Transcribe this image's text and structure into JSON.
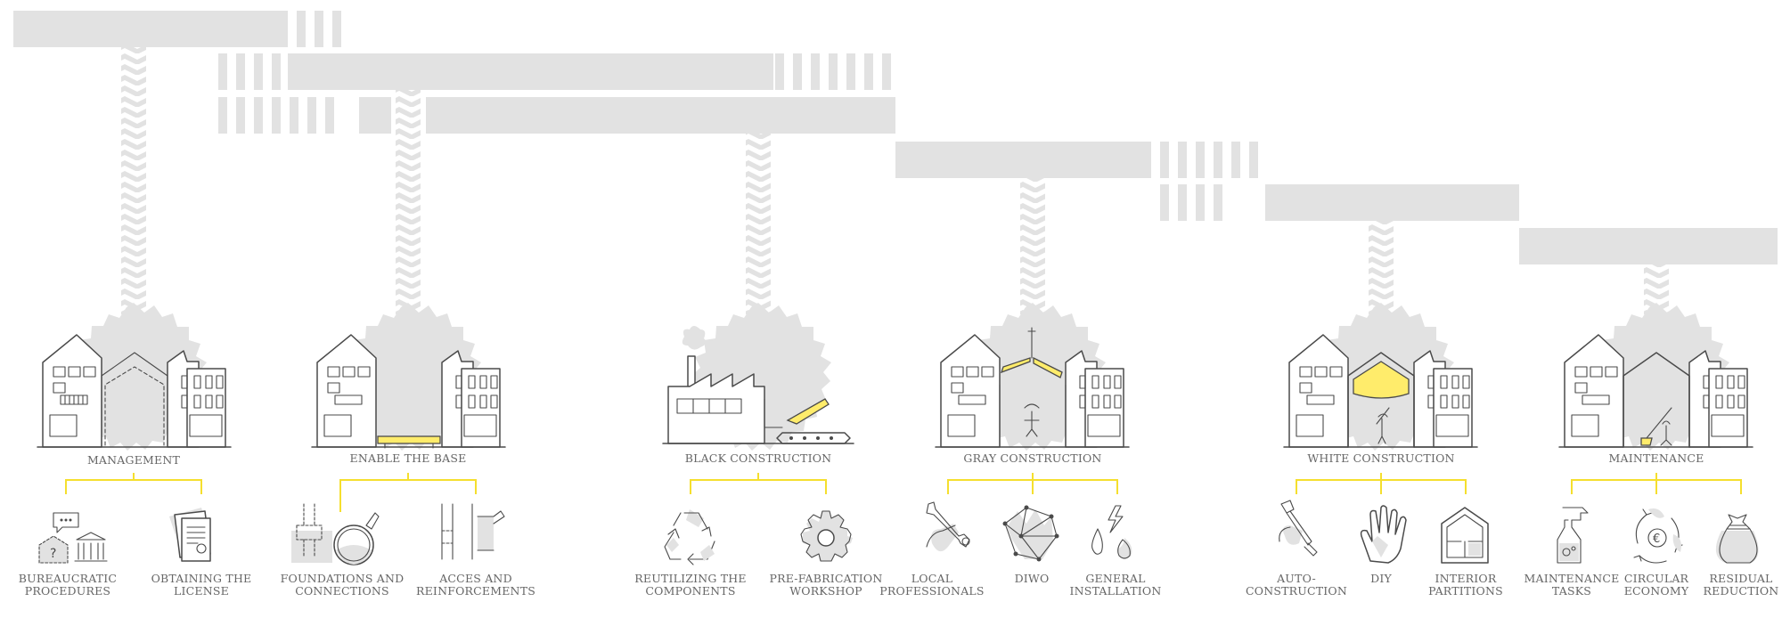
{
  "colors": {
    "bar_gray": "#e2e2e2",
    "accent_yellow": "#f5df2e",
    "line": "#4a4a4a",
    "text": "#666666"
  },
  "stages": [
    {
      "label": "MANAGEMENT",
      "items": [
        {
          "icon": "bureaucracy-icon",
          "label": [
            "BUREAUCRATIC",
            "PROCEDURES"
          ]
        },
        {
          "icon": "license-documents-icon",
          "label": [
            "OBTAINING THE",
            "LICENSE"
          ]
        }
      ]
    },
    {
      "label": "ENABLE THE BASE",
      "items": [
        {
          "icon": "foundation-icon",
          "label": [
            "FOUNDATIONS AND",
            "CONNECTIONS"
          ]
        },
        {
          "icon": "reinforcement-icon",
          "label": [
            "ACCES AND",
            "REINFORCEMENTS"
          ]
        }
      ]
    },
    {
      "label": "BLACK CONSTRUCTION",
      "items": [
        {
          "icon": "recycle-icon",
          "label": [
            "REUTILIZING THE",
            "COMPONENTS"
          ]
        },
        {
          "icon": "gear-icon",
          "label": [
            "PRE-FABRICATION",
            "WORKSHOP"
          ]
        }
      ]
    },
    {
      "label": "GRAY CONSTRUCTION",
      "items": [
        {
          "icon": "wrench-hand-icon",
          "label": [
            "LOCAL",
            "PROFESSIONALS"
          ]
        },
        {
          "icon": "network-hand-icon",
          "label": [
            "DIWO",
            ""
          ]
        },
        {
          "icon": "water-fire-electric-icon",
          "label": [
            "GENERAL",
            "INSTALLATION"
          ]
        }
      ]
    },
    {
      "label": "WHITE CONSTRUCTION",
      "items": [
        {
          "icon": "paintbrush-icon",
          "label": [
            "AUTO-",
            "CONSTRUCTION"
          ]
        },
        {
          "icon": "hand-icon",
          "label": [
            "DIY",
            ""
          ]
        },
        {
          "icon": "floorplan-icon",
          "label": [
            "INTERIOR",
            "PARTITIONS"
          ]
        }
      ]
    },
    {
      "label": "MAINTENANCE",
      "items": [
        {
          "icon": "spray-bottle-icon",
          "label": [
            "MAINTENANCE",
            "TASKS"
          ]
        },
        {
          "icon": "circular-economy-icon",
          "label": [
            "CIRCULAR",
            "ECONOMY"
          ]
        },
        {
          "icon": "trash-bag-icon",
          "label": [
            "RESIDUAL",
            "REDUCTION"
          ]
        }
      ]
    }
  ]
}
